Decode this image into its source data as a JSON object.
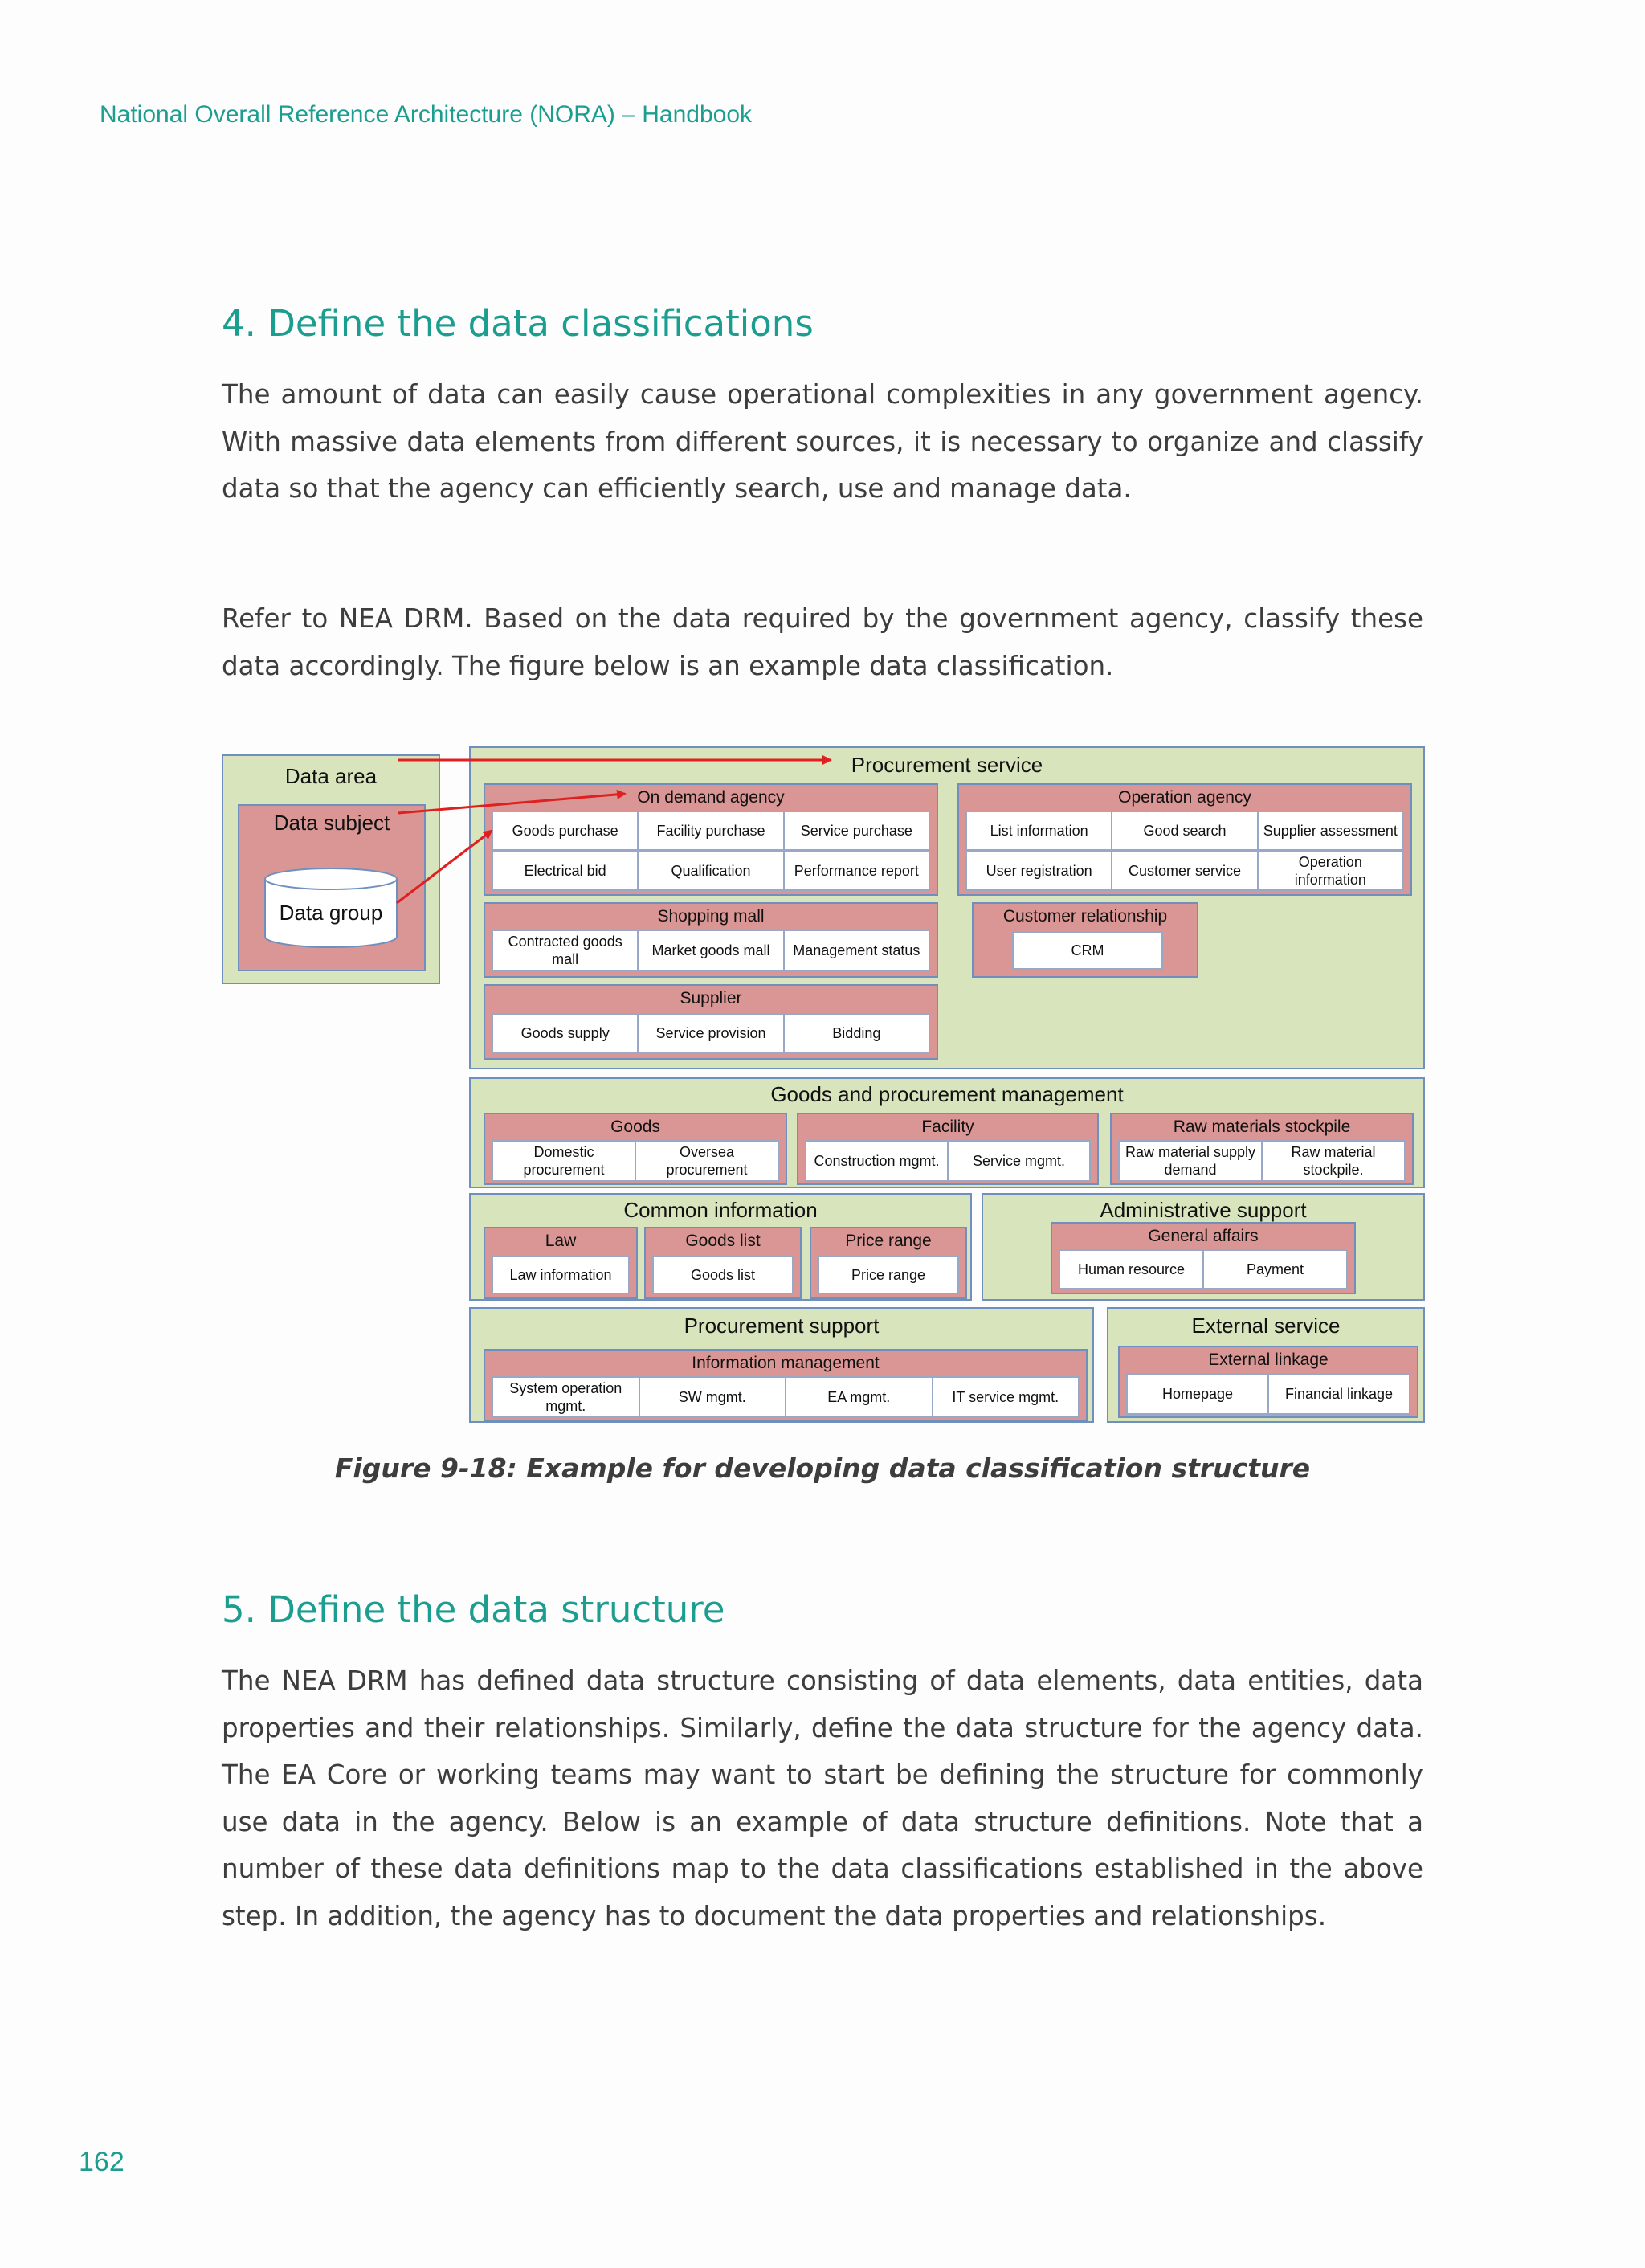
{
  "header": {
    "title": "National Overall Reference Architecture (NORA) – Handbook"
  },
  "section4": {
    "heading": "4. Define the data classifications",
    "para1": "The amount of data can easily cause operational complexities in any government agency. With massive data elements from different sources, it is necessary to organize and classify data so that the agency can efficiently search, use and manage data.",
    "para2": "Refer to NEA DRM. Based on the data required by the government agency, classify these data accordingly. The figure below is an example data classification."
  },
  "figure": {
    "legend": {
      "area": "Data area",
      "subject": "Data subject",
      "group": "Data group"
    },
    "procurement_service": {
      "title": "Procurement service",
      "on_demand_agency": {
        "title": "On demand agency",
        "row1": [
          "Goods purchase",
          "Facility purchase",
          "Service purchase"
        ],
        "row2": [
          "Electrical bid",
          "Qualification",
          "Performance report"
        ]
      },
      "operation_agency": {
        "title": "Operation agency",
        "row1": [
          "List information",
          "Good search",
          "Supplier assessment"
        ],
        "row2": [
          "User registration",
          "Customer service",
          "Operation information"
        ]
      },
      "shopping_mall": {
        "title": "Shopping mall",
        "row1": [
          "Contracted goods mall",
          "Market goods mall",
          "Management status"
        ]
      },
      "customer_relationship": {
        "title": "Customer relationship",
        "row1": [
          "CRM"
        ]
      },
      "supplier": {
        "title": "Supplier",
        "row1": [
          "Goods supply",
          "Service provision",
          "Bidding"
        ]
      }
    },
    "goods_mgmt": {
      "title": "Goods and procurement management",
      "goods": {
        "title": "Goods",
        "row1": [
          "Domestic procurement",
          "Oversea procurement"
        ]
      },
      "facility": {
        "title": "Facility",
        "row1": [
          "Construction mgmt.",
          "Service mgmt."
        ]
      },
      "raw": {
        "title": "Raw materials stockpile",
        "row1": [
          "Raw material supply demand",
          "Raw material stockpile."
        ]
      }
    },
    "common_info": {
      "title": "Common information",
      "law": {
        "title": "Law",
        "row1": [
          "Law information"
        ]
      },
      "goods_list": {
        "title": "Goods list",
        "row1": [
          "Goods list"
        ]
      },
      "price_range": {
        "title": "Price range",
        "row1": [
          "Price range"
        ]
      }
    },
    "admin_support": {
      "title": "Administrative support",
      "general_affairs": {
        "title": "General affairs",
        "row1": [
          "Human resource",
          "Payment"
        ]
      }
    },
    "procurement_support": {
      "title": "Procurement support",
      "info_mgmt": {
        "title": "Information management",
        "row1": [
          "System operation mgmt.",
          "SW mgmt.",
          "EA mgmt.",
          "IT service mgmt."
        ]
      }
    },
    "external_service": {
      "title": "External service",
      "external_linkage": {
        "title": "External linkage",
        "row1": [
          "Homepage",
          "Financial linkage"
        ]
      }
    },
    "colors": {
      "area": "#d8e4bc",
      "subject": "#d99694",
      "arrow": "#e02020"
    }
  },
  "caption": "Figure 9-18: Example for developing data classification structure",
  "section5": {
    "heading": "5. Define the data structure",
    "para": "The NEA DRM has defined data structure consisting of data elements, data entities, data properties and their relationships. Similarly, define the data structure for the agency data. The EA Core or working teams may want to start be defining the structure for commonly use data in the agency. Below is an example of data structure definitions. Note that a number of these data definitions map to the data classifications established in the above step. In addition, the agency has to document the data properties and relationships."
  },
  "page_number": "162"
}
